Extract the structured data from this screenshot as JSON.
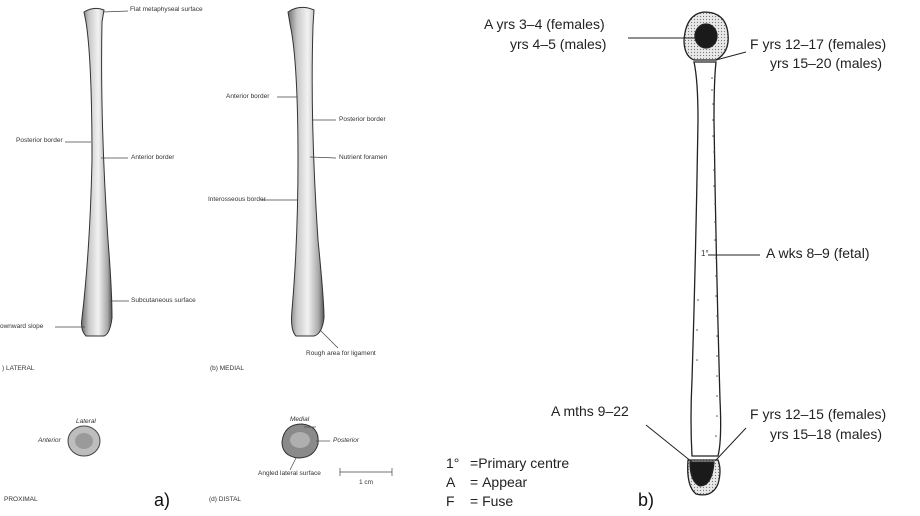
{
  "panel_a": {
    "label": "a)",
    "lateral": {
      "flat_metaphyseal": "Flat metaphyseal surface",
      "posterior_border": "Posterior border",
      "anterior_border": "Anterior border",
      "subcutaneous": "Subcutaneous surface",
      "downward_slope": "ownward slope",
      "caption": ") LATERAL"
    },
    "medial": {
      "anterior_border": "Anterior border",
      "posterior_border": "Posterior border",
      "nutrient_foramen": "Nutrient foramen",
      "interosseous_border": "Interosseous border",
      "rough_area": "Rough area for ligament",
      "caption": "(b) MEDIAL"
    },
    "proximal": {
      "lateral": "Lateral",
      "anterior": "Anterior",
      "caption": "PROXIMAL"
    },
    "distal": {
      "medial": "Medial",
      "posterior": "Posterior",
      "angled": "Angled lateral surface",
      "caption": "(d) DISTAL"
    },
    "scale": "1 cm"
  },
  "panel_b": {
    "label": "b)",
    "prox_appear_1": "A yrs 3–4 (females)",
    "prox_appear_2": "yrs 4–5 (males)",
    "prox_fuse_1": "F yrs 12–17 (females)",
    "prox_fuse_2": "yrs 15–20 (males)",
    "primary_mark": "1°",
    "shaft_appear": "A wks 8–9 (fetal)",
    "dist_appear": "A mths 9–22",
    "dist_fuse_1": "F yrs 12–15 (females)",
    "dist_fuse_2": "yrs 15–18 (males)",
    "legend": [
      {
        "key": "1°",
        "value": "Primary centre"
      },
      {
        "key": "A",
        "value": "Appear"
      },
      {
        "key": "F",
        "value": "Fuse"
      }
    ]
  }
}
